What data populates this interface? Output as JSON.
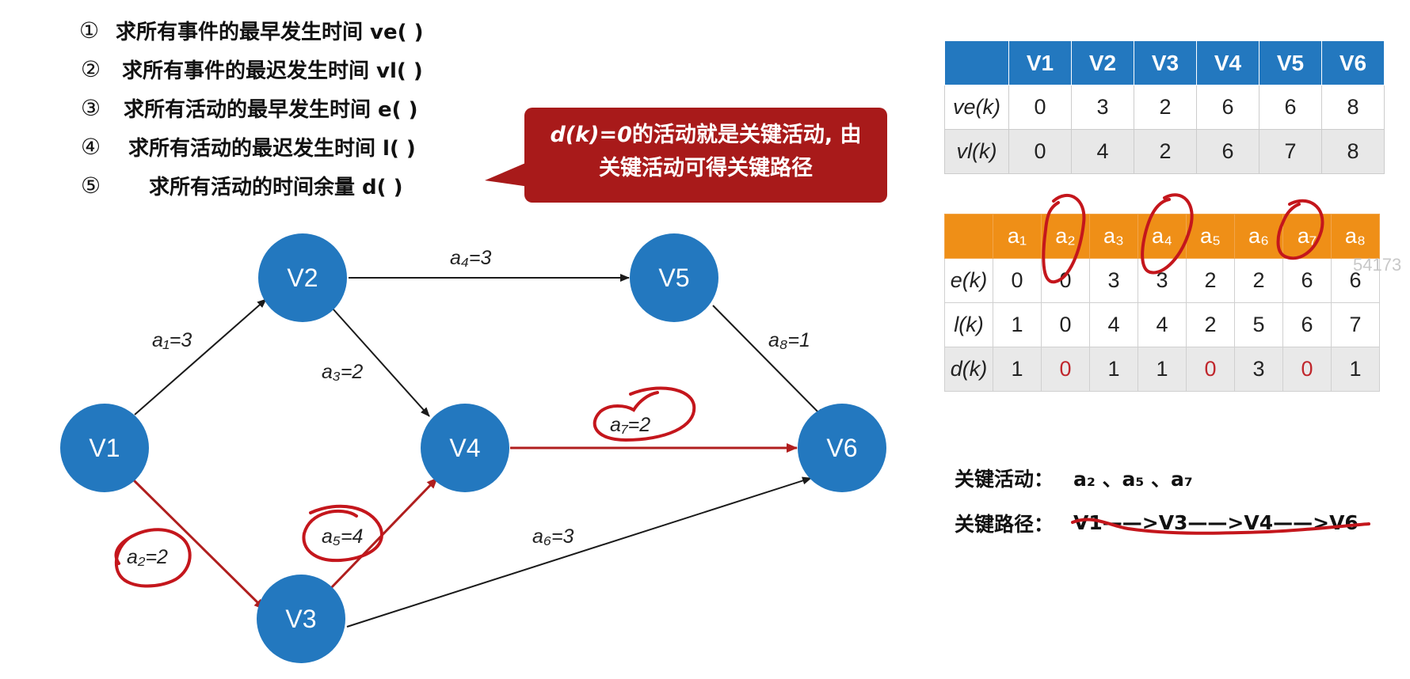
{
  "steps": [
    {
      "num": "①",
      "text": "求所有事件的最早发生时间 ve( )"
    },
    {
      "num": "②",
      "text": "求所有事件的最迟发生时间 vl( )"
    },
    {
      "num": "③",
      "text": "求所有活动的最早发生时间 e( )"
    },
    {
      "num": "④",
      "text": "求所有活动的最迟发生时间 l( )"
    },
    {
      "num": "⑤",
      "text": "求所有活动的时间余量 d( )"
    }
  ],
  "callout": {
    "line1_em": "d(k)=0",
    "line1_rest": "的活动就是关键活动, 由",
    "line2": "关键活动可得关键路径"
  },
  "graph": {
    "nodes": [
      "V1",
      "V2",
      "V3",
      "V4",
      "V5",
      "V6"
    ],
    "edges": [
      "a₁=3",
      "a₂=2",
      "a₃=2",
      "a₄=3",
      "a₅=4",
      "a₆=3",
      "a₇=2",
      "a₈=1"
    ],
    "colors": {
      "node": "#2378bf",
      "edge": "#1a1a1a",
      "critical_edge": "#b01e1e"
    }
  },
  "vertex_table": {
    "headers": [
      "",
      "V1",
      "V2",
      "V3",
      "V4",
      "V5",
      "V6"
    ],
    "rows": [
      {
        "label": "ve(k)",
        "values": [
          "0",
          "3",
          "2",
          "6",
          "6",
          "8"
        ]
      },
      {
        "label": "vl(k)",
        "values": [
          "0",
          "4",
          "2",
          "6",
          "7",
          "8"
        ]
      }
    ],
    "header_color": "#2378bf"
  },
  "activity_table": {
    "headers": [
      "",
      "a₁",
      "a₂",
      "a₃",
      "a₄",
      "a₅",
      "a₆",
      "a₇",
      "a₈"
    ],
    "rows": [
      {
        "label": "e(k)",
        "values": [
          "0",
          "0",
          "3",
          "3",
          "2",
          "2",
          "6",
          "6"
        ]
      },
      {
        "label": "l(k)",
        "values": [
          "1",
          "0",
          "4",
          "4",
          "2",
          "5",
          "6",
          "7"
        ]
      },
      {
        "label": "d(k)",
        "values": [
          "1",
          "0",
          "1",
          "1",
          "0",
          "3",
          "0",
          "1"
        ]
      }
    ],
    "header_color": "#ef8f17"
  },
  "watermark": "54173",
  "summary": {
    "activities_label": "关键活动：",
    "activities_value": "a₂ 、a₅ 、a₇",
    "path_label": "关键路径：",
    "path_value": "V1——>V3——>V4——>V6"
  }
}
